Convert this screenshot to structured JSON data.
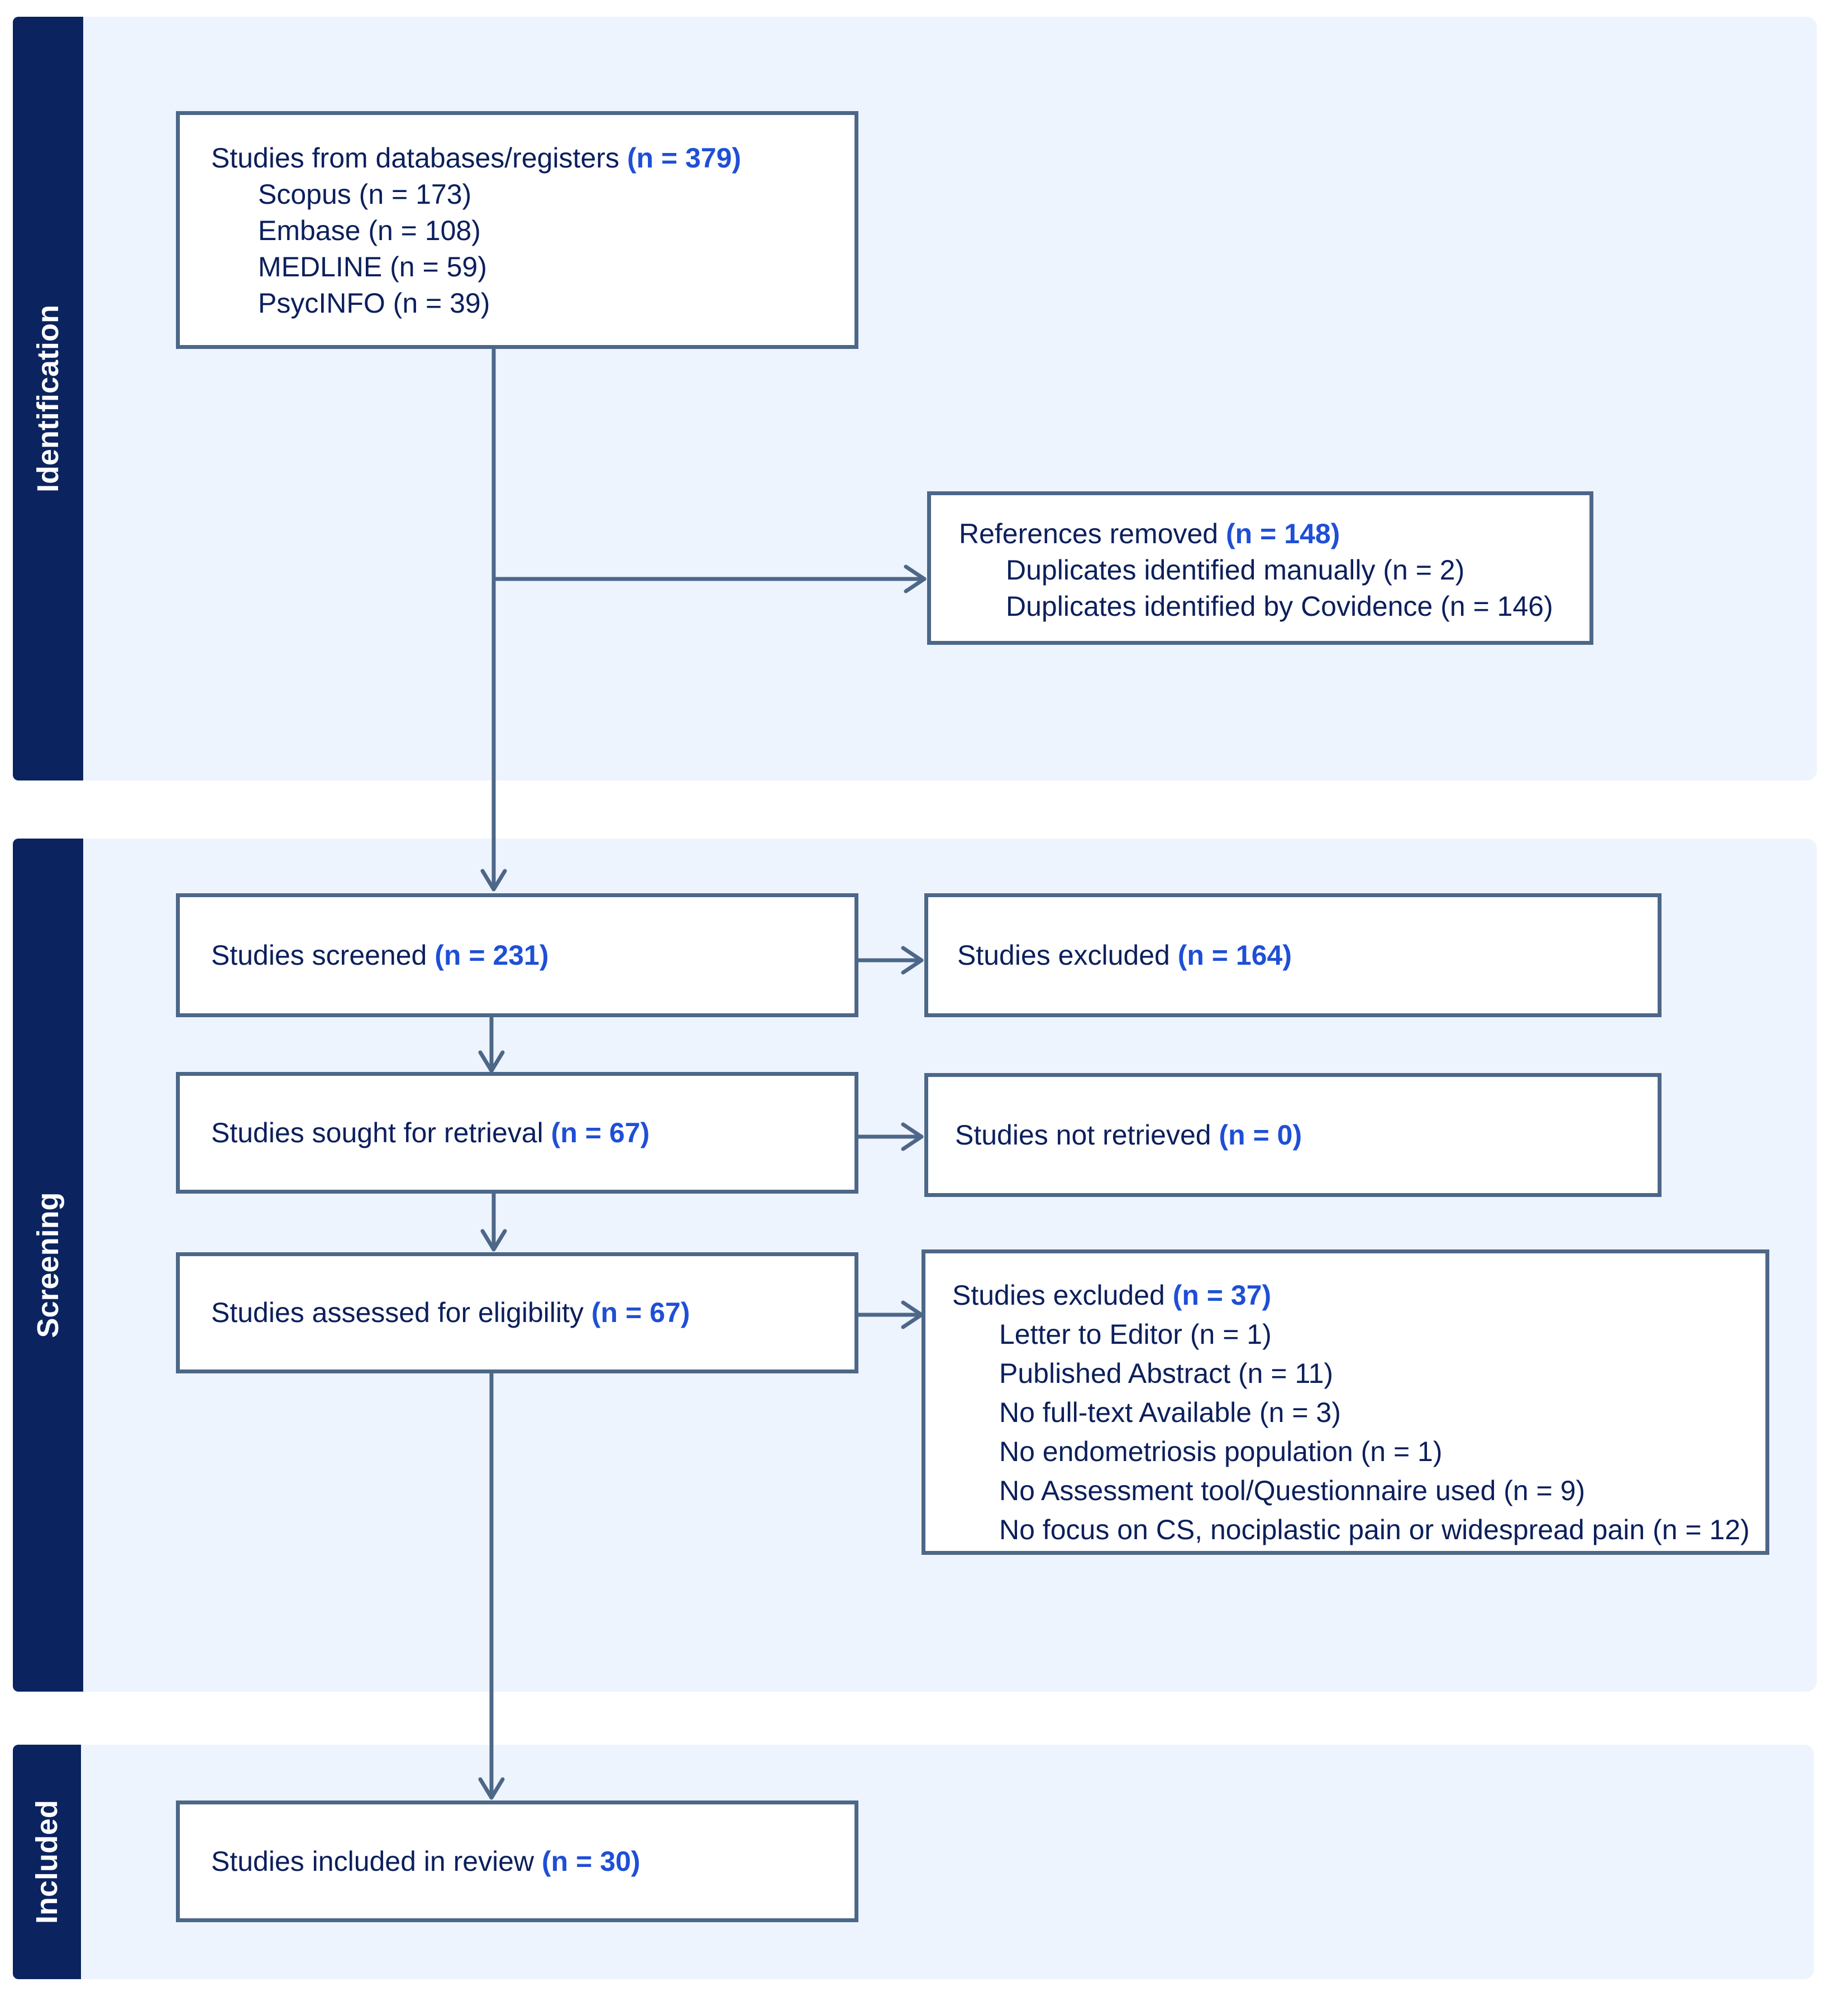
{
  "stages": {
    "identification": "Identification",
    "screening": "Screening",
    "included": "Included"
  },
  "boxes": {
    "databases": {
      "title": "Studies from databases/registers",
      "count": "(n = 379)",
      "items": [
        "Scopus (n = 173)",
        "Embase (n = 108)",
        "MEDLINE (n = 59)",
        "PsycINFO (n = 39)"
      ]
    },
    "removed": {
      "title": "References removed",
      "count": "(n = 148)",
      "items": [
        "Duplicates identified manually (n = 2)",
        "Duplicates identified by Covidence (n = 146)"
      ]
    },
    "screened": {
      "title": "Studies screened",
      "count": "(n = 231)"
    },
    "excluded_screen": {
      "title": "Studies excluded",
      "count": "(n = 164)"
    },
    "retrieval": {
      "title": "Studies sought for retrieval",
      "count": "(n = 67)"
    },
    "not_retrieved": {
      "title": "Studies not retrieved",
      "count": "(n = 0)"
    },
    "eligibility": {
      "title": "Studies assessed for eligibility",
      "count": "(n = 67)"
    },
    "excluded_full": {
      "title": "Studies excluded",
      "count": "(n = 37)",
      "items": [
        "Letter to Editor (n = 1)",
        "Published Abstract (n = 11)",
        "No full-text Available (n = 3)",
        "No endometriosis population (n = 1)",
        "No Assessment tool/Questionnaire used (n = 9)",
        "No focus on CS, nociplastic pain or widespread pain (n = 12)"
      ]
    },
    "included": {
      "title": "Studies included in review",
      "count": "(n = 30)"
    }
  },
  "colors": {
    "band": "#edf4fd",
    "stage_bar": "#0b2460",
    "box_border": "#4d6788",
    "count_text": "#1f4fd6",
    "body_text": "#0b1f5c",
    "arrow": "#4d6788"
  }
}
